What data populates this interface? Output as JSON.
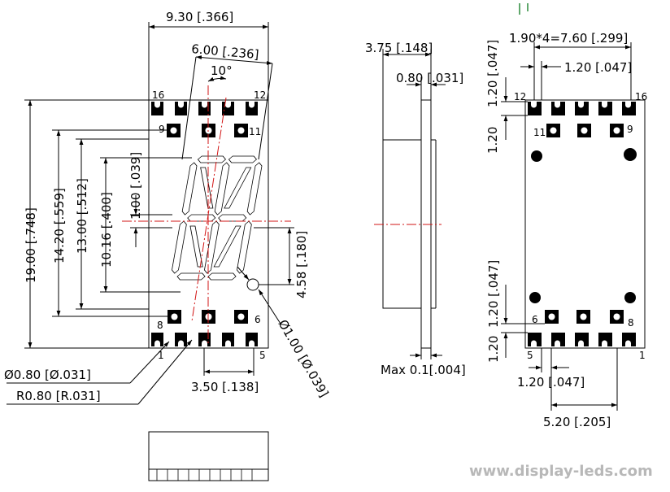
{
  "front_view": {
    "width_dim": "9.30 [.366]",
    "digit_width_dim": "6.00 [.236]",
    "slant_angle": "10°",
    "height_dim": "19.00 [.748]",
    "pin_row_span_dim": "14.20 [.559]",
    "display_height_dim": "13.00 [.512]",
    "digit_height_dim": "10.16 [.400]",
    "dot_gap_dim": "1.00 [.039]",
    "lower_half_dim": "4.58 [.180]",
    "dp_diameter_dim": "Ø1.00 [Ø.039]",
    "pin_pitch_dim": "3.50 [.138]",
    "hole_dim": "Ø0.80 [Ø.031]",
    "radius_dim": "R0.80 [R.031]",
    "pin_labels": {
      "p16": "16",
      "p12": "12",
      "p9": "9",
      "p11": "11",
      "p8": "8",
      "p6": "6",
      "p1": "1",
      "p5": "5"
    }
  },
  "side_view": {
    "depth_dim": "3.75 [.148]",
    "pcb_dim": "0.80 [.031]",
    "tolerance_dim": "Max 0.1[.004]"
  },
  "back_view": {
    "pitch_dim": "1.90*4=7.60 [.299]",
    "pad_width_dim": "1.20 [.047]",
    "top_pad_h_dim": "1.20 [.047]",
    "top_pad_gap_dim": "1.20",
    "bottom_pad_h_dim": "1.20 [.047]",
    "bottom_pad_gap_dim": "1.20",
    "bottom_pad_w_dim": "1.20 [.047]",
    "outer_span_dim": "5.20 [.205]",
    "pin_labels": {
      "p12": "12",
      "p16": "16",
      "p11": "11",
      "p9": "9",
      "p6": "6",
      "p8": "8",
      "p5": "5",
      "p1": "1"
    }
  },
  "watermark": "www.display-leds.com"
}
